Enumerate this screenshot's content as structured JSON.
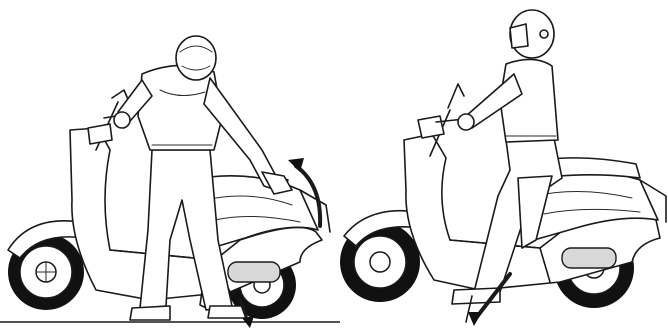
{
  "illustration": {
    "panels": [
      {
        "id": "left",
        "subject": "rider-standing-beside-scooter-pushing-onto-center-stand"
      },
      {
        "id": "right",
        "subject": "rider-seated-on-scooter-kicking-stand-up"
      }
    ],
    "colors": {
      "line": "#1a1a1a",
      "background": "#ffffff",
      "tire": "#111111"
    }
  }
}
